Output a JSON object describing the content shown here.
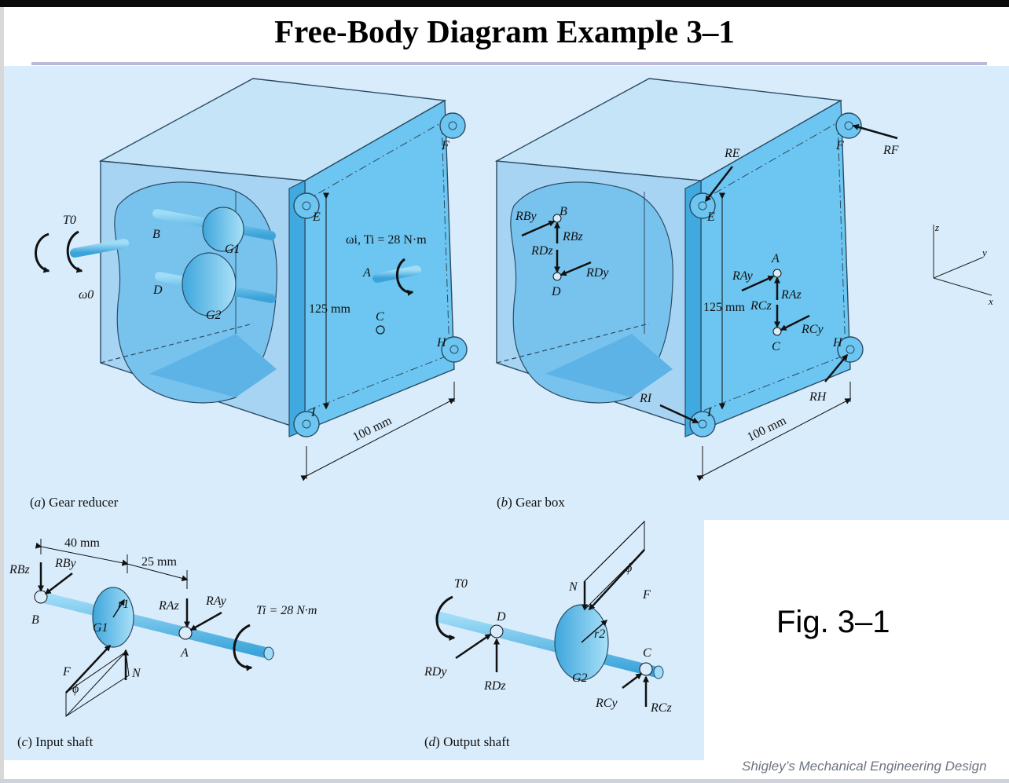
{
  "slide": {
    "title": "Free-Body Diagram Example 3–1",
    "fig_label": "Fig. 3–1",
    "credit": "Shigley’s Mechanical Engineering Design"
  },
  "colors": {
    "panel_bg": "#d9ecfb",
    "box_face": "#a8d4f3",
    "box_light": "#c5e4f8",
    "plate": "#6cc6f1",
    "plate_dark": "#3fa9e0",
    "shaft": "#5dbbe8"
  },
  "panel_a": {
    "caption_letter": "a",
    "caption_text": "Gear reducer",
    "labels": {
      "T0": "T0",
      "omega0": "ω0",
      "B": "B",
      "D": "D",
      "G1": "G1",
      "G2": "G2",
      "E": "E",
      "F": "F",
      "H": "H",
      "I": "I",
      "A": "A",
      "C": "C",
      "input": "ωi, Ti = 28 N·m"
    },
    "dim_height": "125 mm",
    "dim_width": "100 mm"
  },
  "panel_b": {
    "caption_letter": "b",
    "caption_text": "Gear box",
    "labels": {
      "B": "B",
      "D": "D",
      "A": "A",
      "C": "C",
      "E": "E",
      "F": "F",
      "H": "H",
      "I": "I",
      "RBy": "RBy",
      "RBz": "RBz",
      "RDz": "RDz",
      "RDy": "RDy",
      "RAy": "RAy",
      "RAz": "RAz",
      "RCz": "RCz",
      "RCy": "RCy",
      "RE": "RE",
      "RF": "RF",
      "RH": "RH",
      "RI": "RI"
    },
    "dim_height": "125 mm",
    "dim_width": "100 mm"
  },
  "axes": {
    "z": "z",
    "y": "y",
    "x": "x"
  },
  "panel_c": {
    "caption_letter": "c",
    "caption_text": "Input shaft",
    "dim_1": "40 mm",
    "dim_2": "25 mm",
    "labels": {
      "RBz": "RBz",
      "RBy": "RBy",
      "B": "B",
      "G1": "G1",
      "r1": "r1",
      "RAz": "RAz",
      "RAy": "RAy",
      "A": "A",
      "F": "F",
      "phi": "ϕ",
      "N": "N",
      "Ti": "Ti = 28 N·m"
    }
  },
  "panel_d": {
    "caption_letter": "d",
    "caption_text": "Output shaft",
    "labels": {
      "T0": "T0",
      "D": "D",
      "RDy": "RDy",
      "RDz": "RDz",
      "N": "N",
      "phi": "ϕ",
      "F": "F",
      "r2": "r2",
      "G2": "G2",
      "C": "C",
      "RCy": "RCy",
      "RCz": "RCz"
    }
  }
}
